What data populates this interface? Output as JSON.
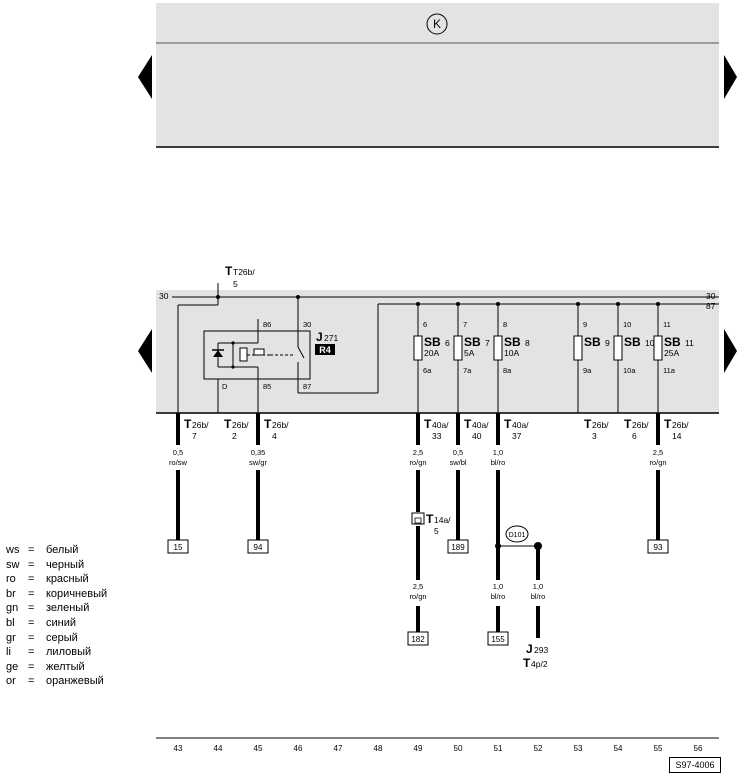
{
  "header": {
    "symbol": "K",
    "doc_id": "S97-4006"
  },
  "top_connector": {
    "name": "T26b/",
    "pin": "5"
  },
  "rails": {
    "left_30": "30",
    "right_30": "30",
    "right_87": "87"
  },
  "relay": {
    "code": "J271",
    "code_main": "J",
    "code_sub": "271",
    "badge": "R4",
    "pins": {
      "p86": "86",
      "p85": "85",
      "p30": "30",
      "p87": "87",
      "d": "D"
    }
  },
  "fuses": [
    {
      "main": "SB",
      "num": "6",
      "rating": "20A",
      "in": "6",
      "out": "6a"
    },
    {
      "main": "SB",
      "num": "7",
      "rating": "5A",
      "in": "7",
      "out": "7a"
    },
    {
      "main": "SB",
      "num": "8",
      "rating": "10A",
      "in": "8",
      "out": "8a"
    },
    {
      "main": "SB",
      "num": "9",
      "rating": "",
      "in": "9",
      "out": "9a"
    },
    {
      "main": "SB",
      "num": "10",
      "rating": "",
      "in": "10",
      "out": "10a"
    },
    {
      "main": "SB",
      "num": "11",
      "rating": "25A",
      "in": "11",
      "out": "11a"
    }
  ],
  "connectors_bottom": [
    {
      "main": "T",
      "sub": "26b/",
      "pin": "7"
    },
    {
      "main": "T",
      "sub": "26b/",
      "pin": "2"
    },
    {
      "main": "T",
      "sub": "26b/",
      "pin": "4"
    },
    {
      "main": "T",
      "sub": "40a/",
      "pin": "33"
    },
    {
      "main": "T",
      "sub": "40a/",
      "pin": "40"
    },
    {
      "main": "T",
      "sub": "40a/",
      "pin": "37"
    },
    {
      "main": "T",
      "sub": "26b/",
      "pin": "3"
    },
    {
      "main": "T",
      "sub": "26b/",
      "pin": "6"
    },
    {
      "main": "T",
      "sub": "26b/",
      "pin": "14"
    }
  ],
  "wires": [
    {
      "gauge": "0,5",
      "color": "ro/sw"
    },
    {
      "gauge": "0,35",
      "color": "sw/gr"
    },
    {
      "gauge": "2,5",
      "color": "ro/gn"
    },
    {
      "gauge": "0,5",
      "color": "sw/bl"
    },
    {
      "gauge": "1,0",
      "color": "bl/ro"
    },
    {
      "gauge": "2,5",
      "color": "ro/gn"
    },
    {
      "gauge": "2,5",
      "color": "ro/gn"
    },
    {
      "gauge": "1,0",
      "color": "bl/ro"
    },
    {
      "gauge": "1,0",
      "color": "bl/ro"
    }
  ],
  "inline_connector": {
    "main": "T",
    "sub": "14a/",
    "pin": "5"
  },
  "splice": "D101",
  "refs": [
    "15",
    "94",
    "189",
    "93",
    "182",
    "155"
  ],
  "component_j293": {
    "main": "J",
    "sub": "293",
    "conn_main": "T",
    "conn_sub": "4p/2"
  },
  "legend": [
    {
      "code": "ws",
      "eq": "=",
      "text": "белый"
    },
    {
      "code": "sw",
      "eq": "=",
      "text": "черный"
    },
    {
      "code": "ro",
      "eq": "=",
      "text": "красный"
    },
    {
      "code": "br",
      "eq": "=",
      "text": "коричневый"
    },
    {
      "code": "gn",
      "eq": "=",
      "text": "зеленый"
    },
    {
      "code": "bl",
      "eq": "=",
      "text": "синий"
    },
    {
      "code": "gr",
      "eq": "=",
      "text": "серый"
    },
    {
      "code": "li",
      "eq": "=",
      "text": "лиловый"
    },
    {
      "code": "ge",
      "eq": "=",
      "text": "желтый"
    },
    {
      "code": "or",
      "eq": "=",
      "text": "оранжевый"
    }
  ],
  "columns": [
    "43",
    "44",
    "45",
    "46",
    "47",
    "48",
    "49",
    "50",
    "51",
    "52",
    "53",
    "54",
    "55",
    "56"
  ]
}
